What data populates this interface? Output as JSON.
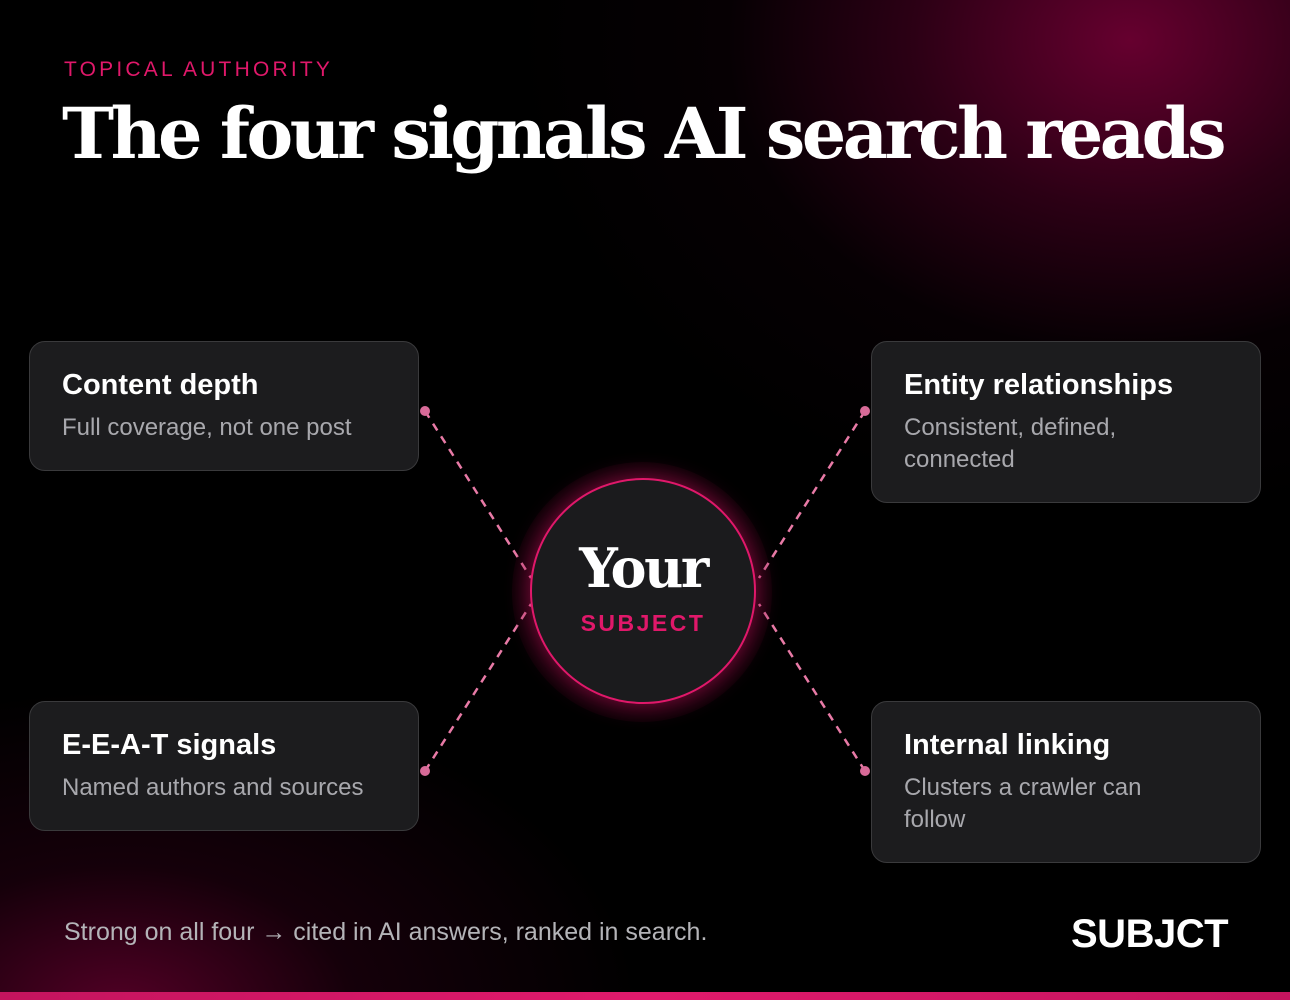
{
  "header": {
    "eyebrow": "TOPICAL AUTHORITY",
    "title": "The four signals AI search reads"
  },
  "hub": {
    "word": "Your",
    "label": "SUBJECT"
  },
  "signals": [
    {
      "title": "Content depth",
      "description": "Full coverage, not one post"
    },
    {
      "title": "Entity relationships",
      "description": "Consistent, defined, connected"
    },
    {
      "title": "E-E-A-T signals",
      "description": "Named authors and sources"
    },
    {
      "title": "Internal linking",
      "description": "Clusters a crawler can follow"
    }
  ],
  "footer": {
    "tagline": "Strong on all four → cited in AI answers, ranked in search.",
    "brand": "SUBJCT"
  },
  "colors": {
    "accent": "#e0186a",
    "connector": "#e87aa6",
    "card_bg": "#1c1c1e",
    "background": "#000000"
  }
}
